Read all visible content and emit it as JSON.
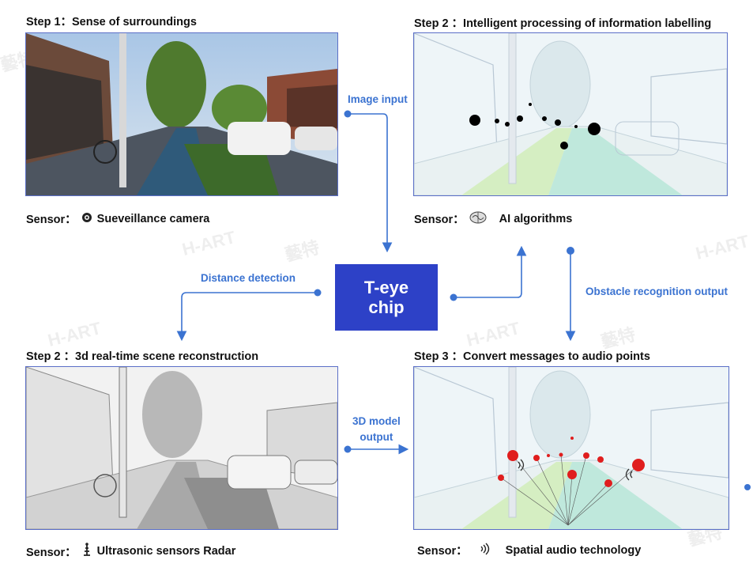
{
  "steps": {
    "s1": {
      "title": "Step 1：Sense of surroundings",
      "sensor_label": "Sensor：",
      "sensor_name": "Sueveillance camera",
      "sensor_icon": "camera-icon"
    },
    "s2": {
      "title": "Step 2 ：Intelligent processing of information labelling",
      "sensor_label": "Sensor：",
      "sensor_name": "AI algorithms",
      "sensor_icon": "brain-icon"
    },
    "s3": {
      "title": "Step 2 ：3d real-time scene reconstruction",
      "sensor_label": "Sensor：",
      "sensor_name": "Ultrasonic sensors  Radar",
      "sensor_icon": "radar-tower-icon"
    },
    "s4": {
      "title": "Step 3 ：Convert messages to audio points",
      "sensor_label": "Sensor：",
      "sensor_name": "Spatial audio technology",
      "sensor_icon": "sound-wave-icon"
    }
  },
  "chip": {
    "line1": "T-eye",
    "line2": "chip",
    "color": "#2d41c7"
  },
  "flows": {
    "image_input": "Image input",
    "distance_detection": "Distance detection",
    "obstacle_output": "Obstacle recognition output",
    "model_output_line1": "3D model",
    "model_output_line2": "output"
  },
  "watermark": {
    "latin": "H-ART",
    "cjk": "藝特"
  },
  "colors": {
    "accent": "#3b73d1",
    "chip": "#2d41c7",
    "audio_point": "#e01e1e",
    "panel_border": "#5b6fc7"
  }
}
